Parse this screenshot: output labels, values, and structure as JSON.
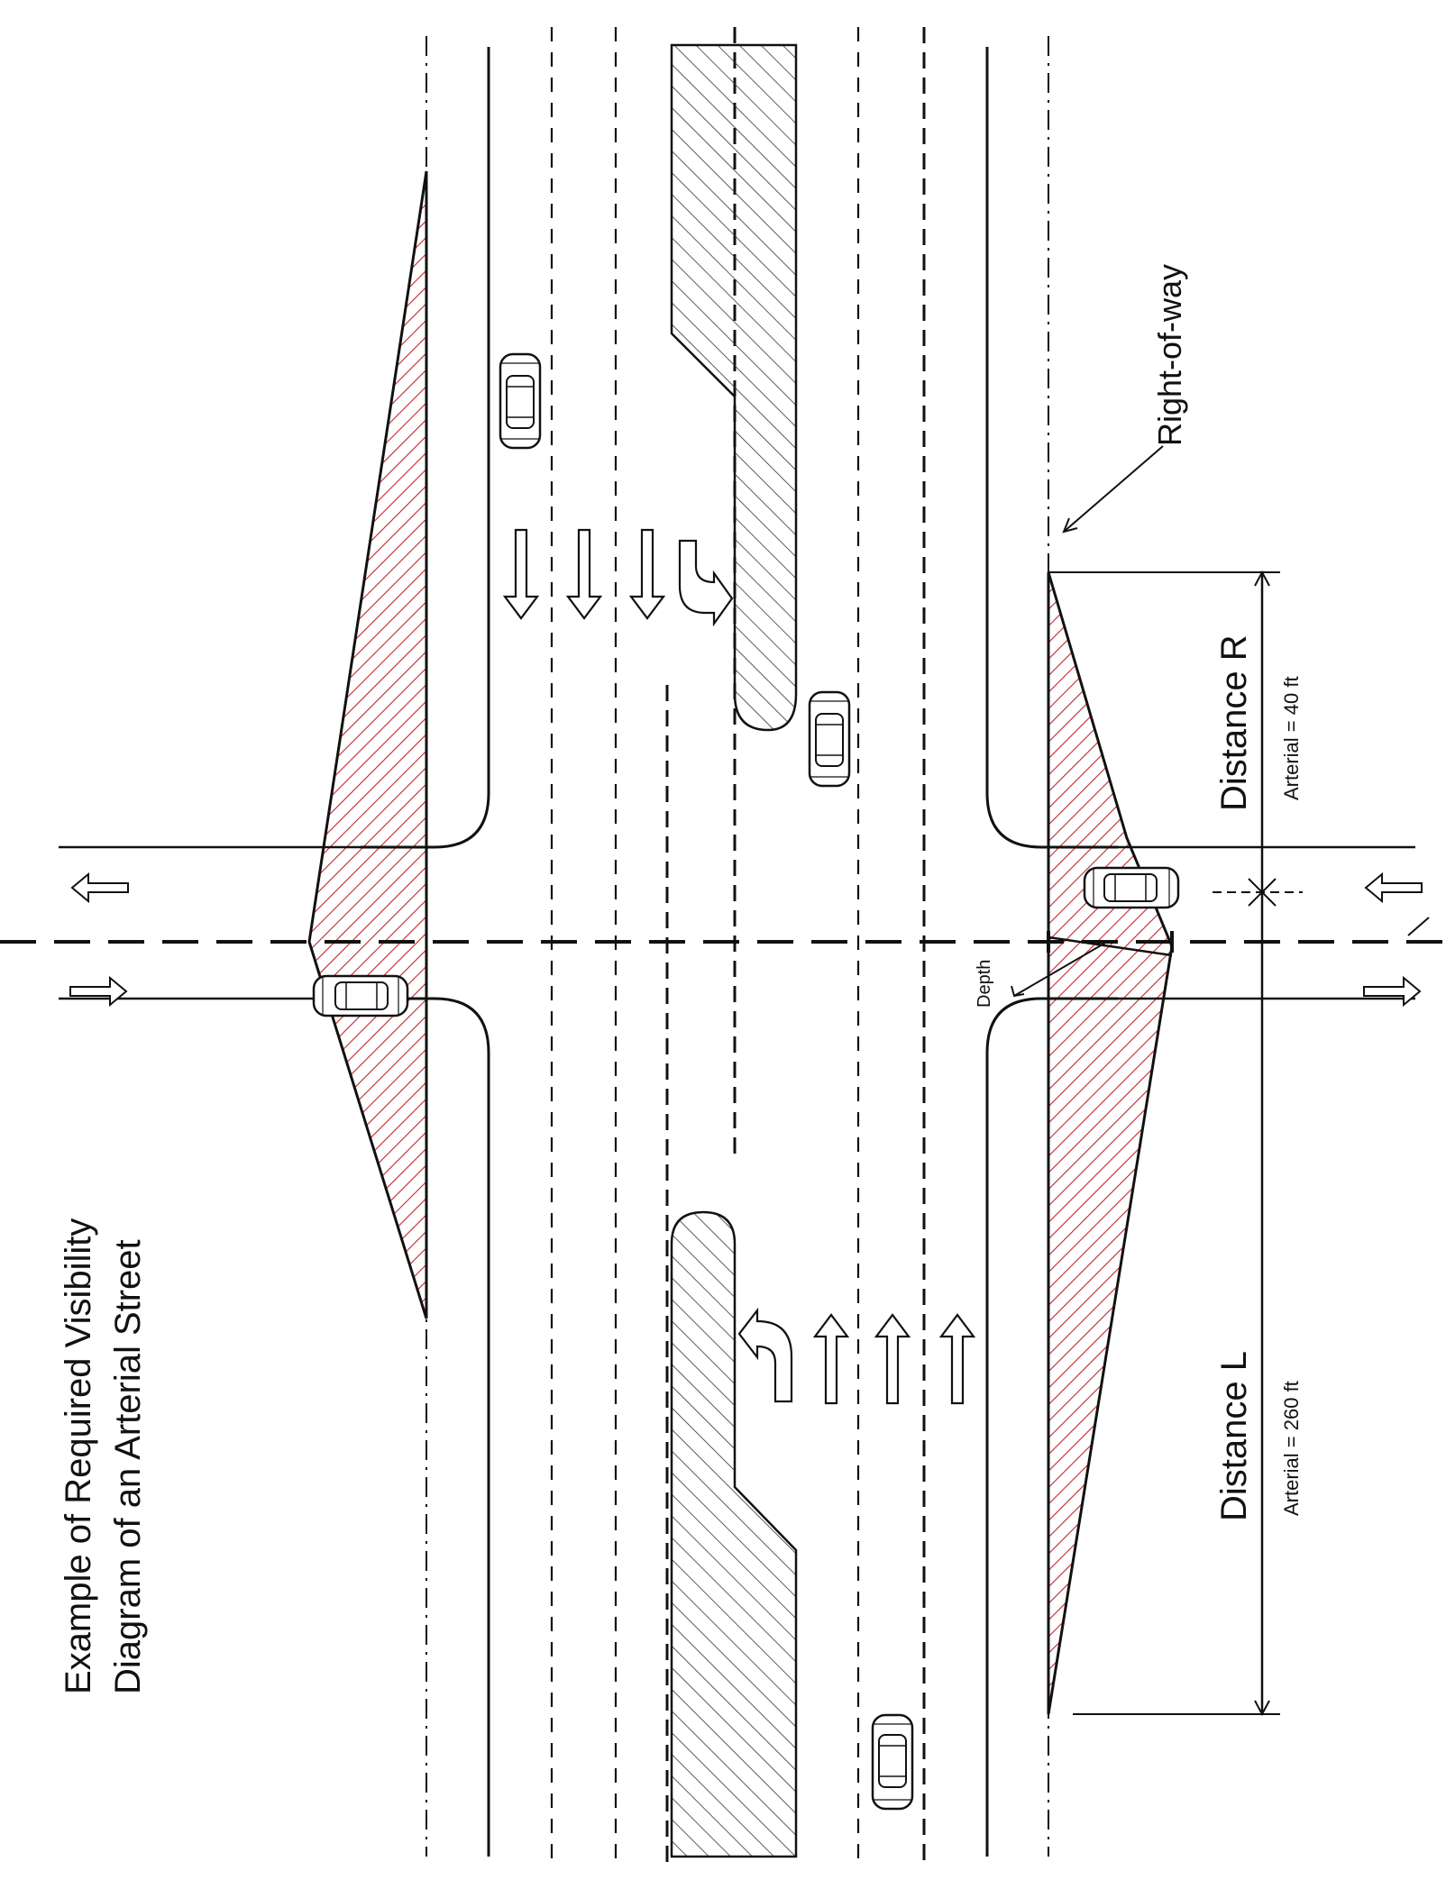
{
  "title": {
    "line1": "Example of Required Visibility",
    "line2": "Diagram of an Arterial Street"
  },
  "labels": {
    "right_of_way": "Right-of-way",
    "distance_r": "Distance R",
    "distance_r_note": "Arterial = 40 ft",
    "distance_l": "Distance L",
    "distance_l_note": "Arterial = 260 ft",
    "depth": "Depth"
  },
  "colors": {
    "line": "#111111",
    "visibility_hatch": "#c0262b",
    "median_hatch": "#333333",
    "background": "#ffffff"
  },
  "icons": [
    "car-icon",
    "arrow-icon",
    "turn-arrow-icon"
  ]
}
